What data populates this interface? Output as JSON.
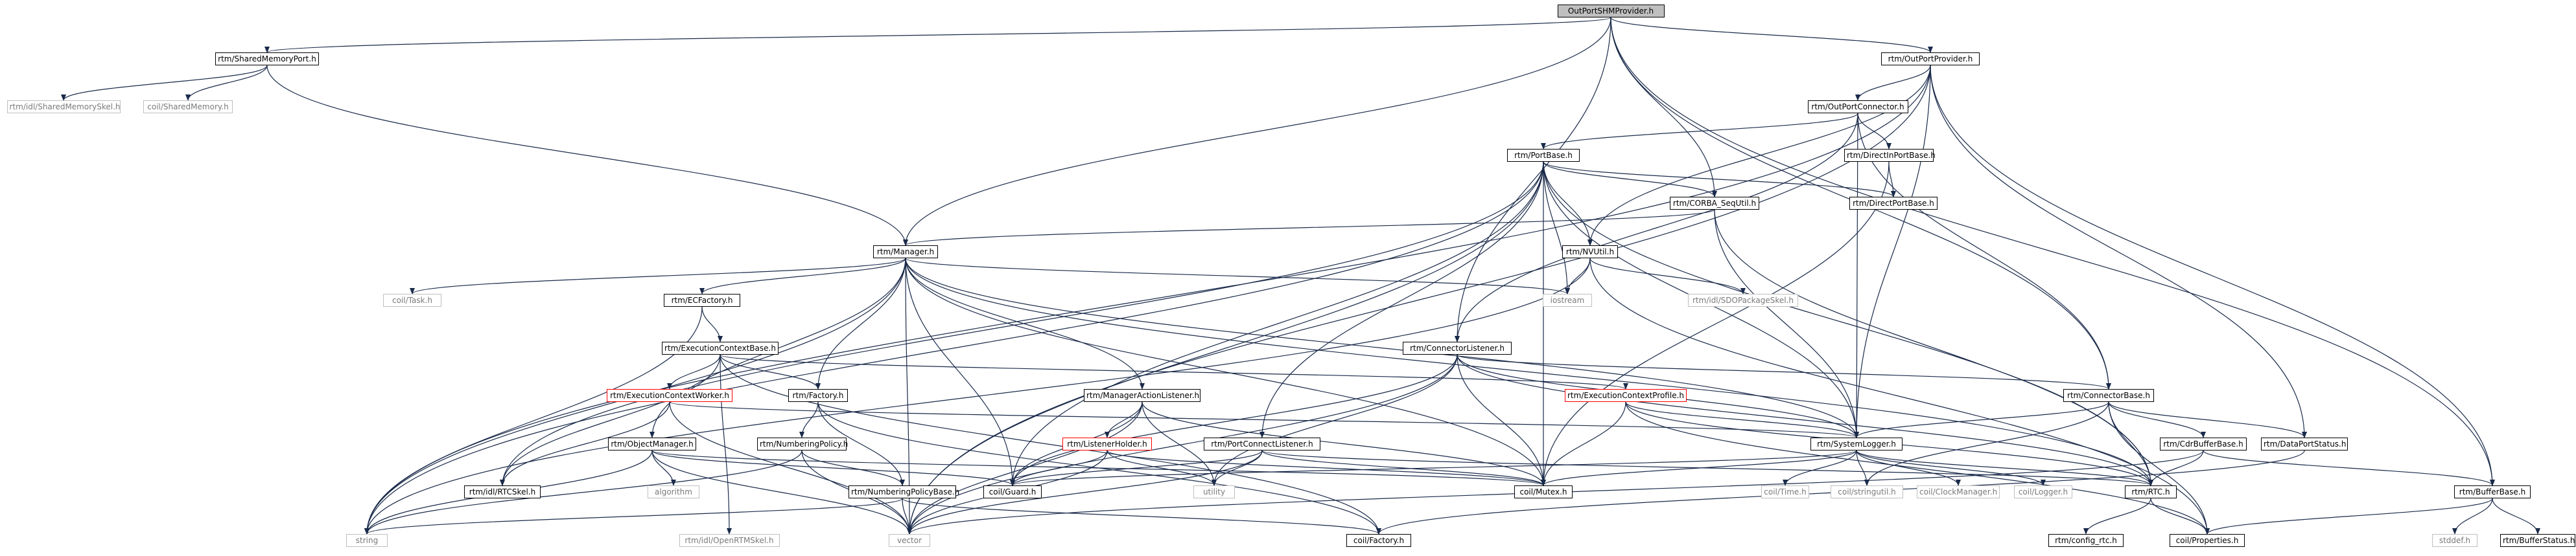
{
  "graph": {
    "root": "OutPortSHMProvider.h",
    "nodes": [
      {
        "id": "root",
        "label": "OutPortSHMProvider.h",
        "kind": "root"
      },
      {
        "id": "smp",
        "label": "rtm/SharedMemoryPort.h",
        "kind": "normal"
      },
      {
        "id": "opp",
        "label": "rtm/OutPortProvider.h",
        "kind": "normal"
      },
      {
        "id": "smskel",
        "label": "rtm/idl/SharedMemorySkel.h",
        "kind": "missing"
      },
      {
        "id": "coilsm",
        "label": "coil/SharedMemory.h",
        "kind": "missing"
      },
      {
        "id": "opc",
        "label": "rtm/OutPortConnector.h",
        "kind": "normal"
      },
      {
        "id": "pb",
        "label": "rtm/PortBase.h",
        "kind": "normal"
      },
      {
        "id": "dipb",
        "label": "rtm/DirectInPortBase.h",
        "kind": "normal"
      },
      {
        "id": "corba",
        "label": "rtm/CORBA_SeqUtil.h",
        "kind": "normal"
      },
      {
        "id": "dpb",
        "label": "rtm/DirectPortBase.h",
        "kind": "normal"
      },
      {
        "id": "mgr",
        "label": "rtm/Manager.h",
        "kind": "normal"
      },
      {
        "id": "nvu",
        "label": "rtm/NVUtil.h",
        "kind": "normal"
      },
      {
        "id": "task",
        "label": "coil/Task.h",
        "kind": "missing"
      },
      {
        "id": "ecf",
        "label": "rtm/ECFactory.h",
        "kind": "normal"
      },
      {
        "id": "ios",
        "label": "iostream",
        "kind": "missing"
      },
      {
        "id": "sdo",
        "label": "rtm/idl/SDOPackageSkel.h",
        "kind": "missing"
      },
      {
        "id": "ecb",
        "label": "rtm/ExecutionContextBase.h",
        "kind": "normal"
      },
      {
        "id": "cl",
        "label": "rtm/ConnectorListener.h",
        "kind": "normal"
      },
      {
        "id": "ecw",
        "label": "rtm/ExecutionContextWorker.h",
        "kind": "truncated"
      },
      {
        "id": "fac",
        "label": "rtm/Factory.h",
        "kind": "normal"
      },
      {
        "id": "mal",
        "label": "rtm/ManagerActionListener.h",
        "kind": "normal"
      },
      {
        "id": "ecp",
        "label": "rtm/ExecutionContextProfile.h",
        "kind": "truncated"
      },
      {
        "id": "cb",
        "label": "rtm/ConnectorBase.h",
        "kind": "normal"
      },
      {
        "id": "om",
        "label": "rtm/ObjectManager.h",
        "kind": "normal"
      },
      {
        "id": "np",
        "label": "rtm/NumberingPolicy.h",
        "kind": "normal"
      },
      {
        "id": "lh",
        "label": "rtm/ListenerHolder.h",
        "kind": "truncated"
      },
      {
        "id": "pcl",
        "label": "rtm/PortConnectListener.h",
        "kind": "normal"
      },
      {
        "id": "sl",
        "label": "rtm/SystemLogger.h",
        "kind": "normal"
      },
      {
        "id": "cdr",
        "label": "rtm/CdrBufferBase.h",
        "kind": "normal"
      },
      {
        "id": "dps",
        "label": "rtm/DataPortStatus.h",
        "kind": "normal"
      },
      {
        "id": "rtcskel",
        "label": "rtm/idl/RTCSkel.h",
        "kind": "normal"
      },
      {
        "id": "algo",
        "label": "algorithm",
        "kind": "missing"
      },
      {
        "id": "guard",
        "label": "coil/Guard.h",
        "kind": "normal"
      },
      {
        "id": "npb",
        "label": "rtm/NumberingPolicyBase.h",
        "kind": "normal"
      },
      {
        "id": "utility",
        "label": "utility",
        "kind": "missing"
      },
      {
        "id": "mutex",
        "label": "coil/Mutex.h",
        "kind": "normal"
      },
      {
        "id": "time",
        "label": "coil/Time.h",
        "kind": "missing"
      },
      {
        "id": "su",
        "label": "coil/stringutil.h",
        "kind": "missing"
      },
      {
        "id": "clock",
        "label": "coil/ClockManager.h",
        "kind": "missing"
      },
      {
        "id": "logger",
        "label": "coil/Logger.h",
        "kind": "missing"
      },
      {
        "id": "rtc",
        "label": "rtm/RTC.h",
        "kind": "normal"
      },
      {
        "id": "bb",
        "label": "rtm/BufferBase.h",
        "kind": "normal"
      },
      {
        "id": "string",
        "label": "string",
        "kind": "missing"
      },
      {
        "id": "openrtm",
        "label": "rtm/idl/OpenRTMSkel.h",
        "kind": "missing"
      },
      {
        "id": "vector",
        "label": "vector",
        "kind": "missing"
      },
      {
        "id": "cfac",
        "label": "coil/Factory.h",
        "kind": "normal"
      },
      {
        "id": "cfg",
        "label": "rtm/config_rtc.h",
        "kind": "normal"
      },
      {
        "id": "props",
        "label": "coil/Properties.h",
        "kind": "normal"
      },
      {
        "id": "stddef",
        "label": "stddef.h",
        "kind": "missing"
      },
      {
        "id": "bs",
        "label": "rtm/BufferStatus.h",
        "kind": "normal"
      }
    ],
    "edges": [
      [
        "root",
        "smp"
      ],
      [
        "root",
        "opp"
      ],
      [
        "root",
        "mgr"
      ],
      [
        "root",
        "corba"
      ],
      [
        "root",
        "cl"
      ],
      [
        "root",
        "cb"
      ],
      [
        "root",
        "bb"
      ],
      [
        "smp",
        "smskel"
      ],
      [
        "smp",
        "coilsm"
      ],
      [
        "smp",
        "mgr"
      ],
      [
        "opp",
        "opc"
      ],
      [
        "opp",
        "nvu"
      ],
      [
        "opp",
        "sl"
      ],
      [
        "opp",
        "dps"
      ],
      [
        "opp",
        "bb"
      ],
      [
        "opp",
        "string"
      ],
      [
        "opp",
        "vector"
      ],
      [
        "opc",
        "pb"
      ],
      [
        "opc",
        "dipb"
      ],
      [
        "opc",
        "cl"
      ],
      [
        "opc",
        "cb"
      ],
      [
        "opc",
        "sl"
      ],
      [
        "dipb",
        "dpb"
      ],
      [
        "dipb",
        "mutex"
      ],
      [
        "pb",
        "dpb"
      ],
      [
        "pb",
        "corba"
      ],
      [
        "pb",
        "nvu"
      ],
      [
        "pb",
        "ios"
      ],
      [
        "pb",
        "pcl"
      ],
      [
        "pb",
        "rtcskel"
      ],
      [
        "pb",
        "guard"
      ],
      [
        "pb",
        "string"
      ],
      [
        "pb",
        "vector"
      ],
      [
        "pb",
        "sl"
      ],
      [
        "pb",
        "mutex"
      ],
      [
        "pb",
        "rtc"
      ],
      [
        "corba",
        "mgr"
      ],
      [
        "corba",
        "sl"
      ],
      [
        "corba",
        "rtc"
      ],
      [
        "nvu",
        "ios"
      ],
      [
        "nvu",
        "sdo"
      ],
      [
        "nvu",
        "string"
      ],
      [
        "nvu",
        "props"
      ],
      [
        "mgr",
        "task"
      ],
      [
        "mgr",
        "ecf"
      ],
      [
        "mgr",
        "ios"
      ],
      [
        "mgr",
        "fac"
      ],
      [
        "mgr",
        "om"
      ],
      [
        "mgr",
        "mal"
      ],
      [
        "mgr",
        "guard"
      ],
      [
        "mgr",
        "string"
      ],
      [
        "mgr",
        "vector"
      ],
      [
        "mgr",
        "sl"
      ],
      [
        "mgr",
        "mutex"
      ],
      [
        "mgr",
        "rtc"
      ],
      [
        "ecf",
        "ecb"
      ],
      [
        "ecf",
        "string"
      ],
      [
        "ecb",
        "ecw"
      ],
      [
        "ecb",
        "fac"
      ],
      [
        "ecb",
        "ecp"
      ],
      [
        "ecb",
        "rtcskel"
      ],
      [
        "ecb",
        "openrtm"
      ],
      [
        "ecb",
        "cfac"
      ],
      [
        "ecw",
        "rtcskel"
      ],
      [
        "ecw",
        "vector"
      ],
      [
        "ecw",
        "sl"
      ],
      [
        "fac",
        "np"
      ],
      [
        "fac",
        "npb"
      ],
      [
        "fac",
        "cfac"
      ],
      [
        "np",
        "npb"
      ],
      [
        "np",
        "vector"
      ],
      [
        "np",
        "string"
      ],
      [
        "npb",
        "string"
      ],
      [
        "npb",
        "vector"
      ],
      [
        "npb",
        "cfac"
      ],
      [
        "om",
        "algo"
      ],
      [
        "om",
        "string"
      ],
      [
        "om",
        "vector"
      ],
      [
        "om",
        "guard"
      ],
      [
        "om",
        "mutex"
      ],
      [
        "mal",
        "lh"
      ],
      [
        "mal",
        "utility"
      ],
      [
        "mal",
        "guard"
      ],
      [
        "mal",
        "mutex"
      ],
      [
        "mal",
        "vector"
      ],
      [
        "lh",
        "guard"
      ],
      [
        "lh",
        "mutex"
      ],
      [
        "lh",
        "utility"
      ],
      [
        "lh",
        "vector"
      ],
      [
        "pcl",
        "guard"
      ],
      [
        "pcl",
        "mutex"
      ],
      [
        "pcl",
        "utility"
      ],
      [
        "pcl",
        "vector"
      ],
      [
        "pcl",
        "rtc"
      ],
      [
        "cl",
        "cb"
      ],
      [
        "cl",
        "sl"
      ],
      [
        "cl",
        "guard"
      ],
      [
        "cl",
        "mutex"
      ],
      [
        "cl",
        "utility"
      ],
      [
        "cl",
        "rtc"
      ],
      [
        "cl",
        "vector"
      ],
      [
        "ecp",
        "sl"
      ],
      [
        "ecp",
        "rtc"
      ],
      [
        "ecp",
        "props"
      ],
      [
        "ecp",
        "mutex"
      ],
      [
        "cb",
        "sl"
      ],
      [
        "cb",
        "cdr"
      ],
      [
        "cb",
        "dps"
      ],
      [
        "cb",
        "rtc"
      ],
      [
        "cb",
        "props"
      ],
      [
        "cb",
        "su"
      ],
      [
        "cdr",
        "bb"
      ],
      [
        "cdr",
        "rtc"
      ],
      [
        "cdr",
        "vector"
      ],
      [
        "dps",
        "cfac"
      ],
      [
        "sl",
        "time"
      ],
      [
        "sl",
        "su"
      ],
      [
        "sl",
        "clock"
      ],
      [
        "sl",
        "logger"
      ],
      [
        "sl",
        "mutex"
      ],
      [
        "sl",
        "guard"
      ],
      [
        "sl",
        "rtc"
      ],
      [
        "rtc",
        "cfg"
      ],
      [
        "rtc",
        "props"
      ],
      [
        "bb",
        "stddef"
      ],
      [
        "bb",
        "bs"
      ],
      [
        "bb",
        "props"
      ]
    ]
  }
}
